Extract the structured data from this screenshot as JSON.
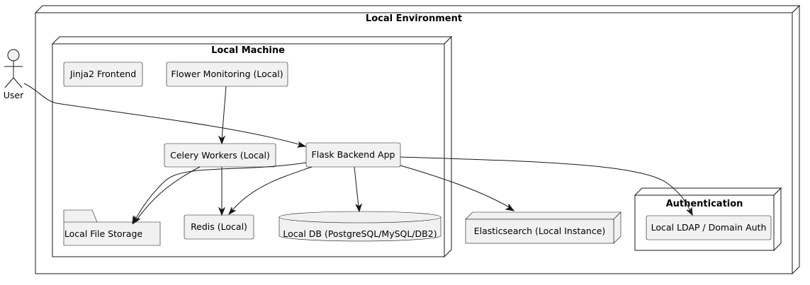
{
  "nodes": {
    "local_environment": "Local Environment",
    "local_machine": "Local Machine",
    "authentication": "Authentication"
  },
  "actor": {
    "user": "User"
  },
  "components": {
    "jinja2_frontend": "Jinja2 Frontend",
    "flower_monitoring": "Flower Monitoring (Local)",
    "celery_workers": "Celery Workers (Local)",
    "flask_backend": "Flask Backend App",
    "local_file_storage": "Local File Storage",
    "redis": "Redis (Local)",
    "local_db": "Local DB (PostgreSQL/MySQL/DB2)",
    "elasticsearch": "Elasticsearch (Local Instance)",
    "local_ldap": "Local LDAP / Domain Auth"
  },
  "colors": {
    "box_fill": "#f1f1f1",
    "stroke": "#181818",
    "background": "#ffffff"
  }
}
